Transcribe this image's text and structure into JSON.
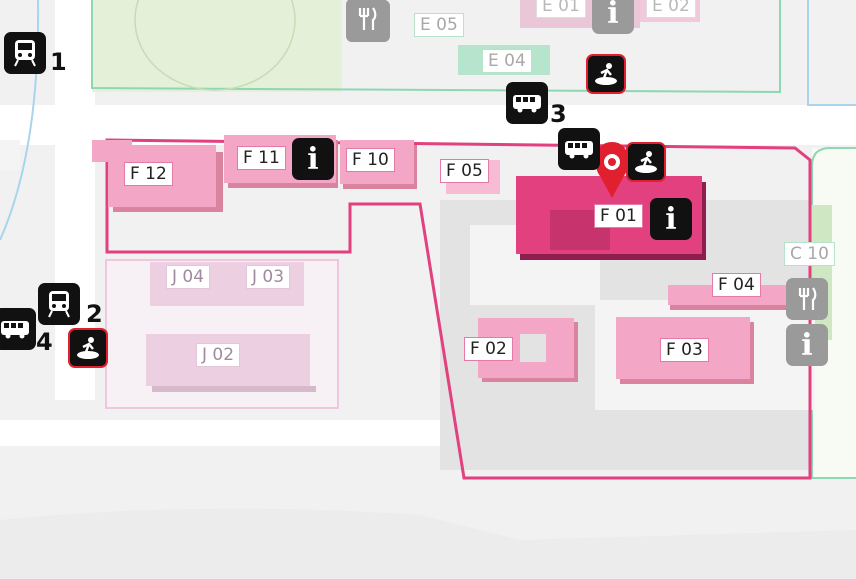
{
  "buildings": {
    "f12": "F 12",
    "f11": "F 11",
    "f10": "F 10",
    "f05": "F 05",
    "f01": "F 01",
    "f04": "F 04",
    "f02": "F 02",
    "f03": "F 03",
    "c10": "C 10",
    "j04": "J 04",
    "j03": "J 03",
    "j02": "J 02",
    "e05": "E 05",
    "e04": "E 04",
    "e01": "E 01",
    "e02": "E 02"
  },
  "stop_numbers": {
    "s1": "1",
    "s2": "2",
    "s3": "3",
    "s4": "4"
  },
  "icons": {
    "info": "info-icon",
    "train": "train-icon",
    "bus": "bus-icon",
    "sport": "sport-icon",
    "restaurant": "restaurant-icon",
    "marker": "location-marker-icon"
  },
  "colors": {
    "highlight_building": "#e3407f",
    "building": "#f3a6c6",
    "outline": "#e2407e",
    "marker": "#e0202f",
    "green_outline": "#8fd6b2"
  }
}
